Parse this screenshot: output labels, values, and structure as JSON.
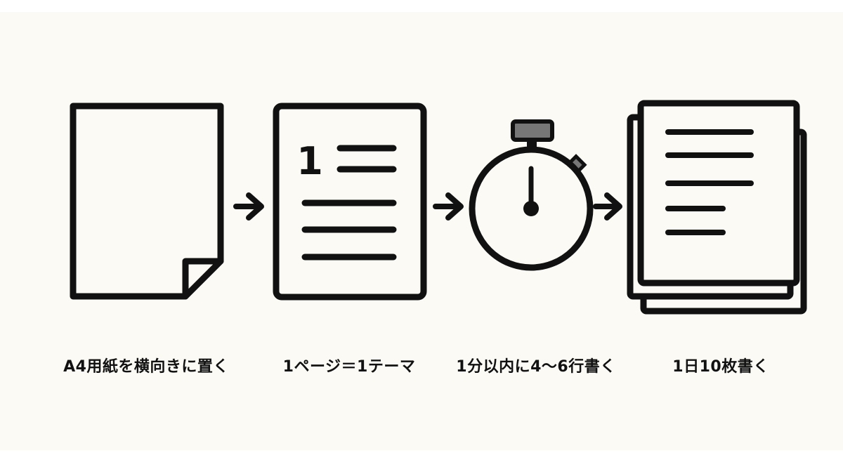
{
  "steps": [
    {
      "caption": "A4用紙を横向きに置く",
      "icon": "blank-page-icon"
    },
    {
      "caption": "1ページ＝1テーマ",
      "icon": "numbered-page-icon",
      "number": "1"
    },
    {
      "caption": "1分以内に4〜6行書く",
      "icon": "stopwatch-icon"
    },
    {
      "caption": "1日10枚書く",
      "icon": "stacked-pages-icon"
    }
  ],
  "colors": {
    "background": "#fbfaf5",
    "stroke": "#111111",
    "stopwatch_button": "#777777"
  }
}
